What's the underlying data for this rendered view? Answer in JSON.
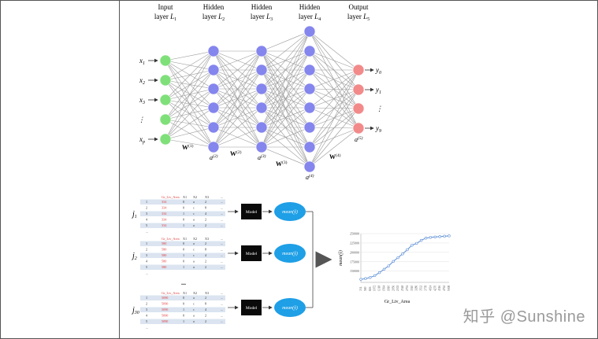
{
  "nn": {
    "layers": [
      {
        "title": "Input",
        "sub": "layer",
        "sym": "L",
        "idx": "1"
      },
      {
        "title": "Hidden",
        "sub": "layer",
        "sym": "L",
        "idx": "2"
      },
      {
        "title": "Hidden",
        "sub": "layer",
        "sym": "L",
        "idx": "3"
      },
      {
        "title": "Hidden",
        "sub": "layer",
        "sym": "L",
        "idx": "4"
      },
      {
        "title": "Output",
        "sub": "layer",
        "sym": "L",
        "idx": "5"
      }
    ],
    "inputs": [
      {
        "base": "x",
        "sub": "1"
      },
      {
        "base": "x",
        "sub": "2"
      },
      {
        "base": "x",
        "sub": "3"
      },
      {
        "base": "⋮",
        "sub": ""
      },
      {
        "base": "x",
        "sub": "p"
      }
    ],
    "outputs": [
      {
        "base": "y",
        "sub": "0"
      },
      {
        "base": "y",
        "sub": "1"
      },
      {
        "base": "⋮",
        "sub": ""
      },
      {
        "base": "y",
        "sub": "9"
      }
    ],
    "activations": [
      {
        "base": "a",
        "sup": "(2)"
      },
      {
        "base": "a",
        "sup": "(3)"
      },
      {
        "base": "a",
        "sup": "(4)"
      },
      {
        "base": "a",
        "sup": "(5)"
      }
    ],
    "weights": [
      {
        "base": "W",
        "sup": "(1)"
      },
      {
        "base": "W",
        "sup": "(2)"
      },
      {
        "base": "W",
        "sup": "(3)"
      },
      {
        "base": "W",
        "sup": "(4)"
      }
    ],
    "colors": {
      "input": "#7fe07a",
      "hidden": "#8585ee",
      "output": "#f28a8a",
      "edge": "#9a9a9a"
    }
  },
  "pdp": {
    "rows": [
      {
        "label": "j",
        "label_sub": "1",
        "value": "334"
      },
      {
        "label": "j",
        "label_sub": "2",
        "value": "580"
      },
      {
        "label": "j",
        "label_sub": "30",
        "value": "5090"
      }
    ],
    "table_header": [
      "",
      "Gr_Liv_Area",
      "X1",
      "X2",
      "X3",
      "..."
    ],
    "table_rows": [
      [
        "1",
        "",
        "0",
        "a",
        "2",
        "..."
      ],
      [
        "2",
        "",
        "0",
        "c",
        "8",
        "..."
      ],
      [
        "3",
        "",
        "1",
        "c",
        "4",
        "..."
      ],
      [
        "4",
        "",
        "0",
        "a",
        "2",
        "..."
      ],
      [
        "5",
        "",
        "1",
        "a",
        "2",
        "..."
      ],
      [
        "...",
        "",
        "",
        "",
        "",
        ""
      ]
    ],
    "ellipsis": "...",
    "model_label": "Model",
    "mean_label": "mean(ŷ)",
    "colors": {
      "highlight": "#e03a3a",
      "model": "#0a0a0a",
      "mean": "#1e9fe6",
      "table_band": "#dbe4f0"
    },
    "chart_data": {
      "type": "line",
      "xlabel": "Gr_Liv_Area",
      "ylabel": "mean(ŷ)",
      "x": [
        "334",
        "580",
        "826",
        "1072",
        "1318",
        "1564",
        "1810",
        "2056",
        "2302",
        "2548",
        "2794",
        "3040",
        "3286",
        "3532",
        "3778",
        "4024",
        "4270",
        "4516",
        "4762",
        "5008"
      ],
      "y": [
        128000,
        130000,
        133000,
        138000,
        146000,
        155000,
        164000,
        176000,
        186000,
        196000,
        207000,
        219000,
        224000,
        232000,
        238000,
        240000,
        241000,
        242000,
        243000,
        244000
      ],
      "yticks": [
        "150000",
        "175000",
        "200000",
        "225000",
        "250000"
      ],
      "ylim": [
        120000,
        250000
      ],
      "grid": true,
      "color": "#5b8ed6"
    }
  },
  "watermark": "知乎 @Sunshine"
}
